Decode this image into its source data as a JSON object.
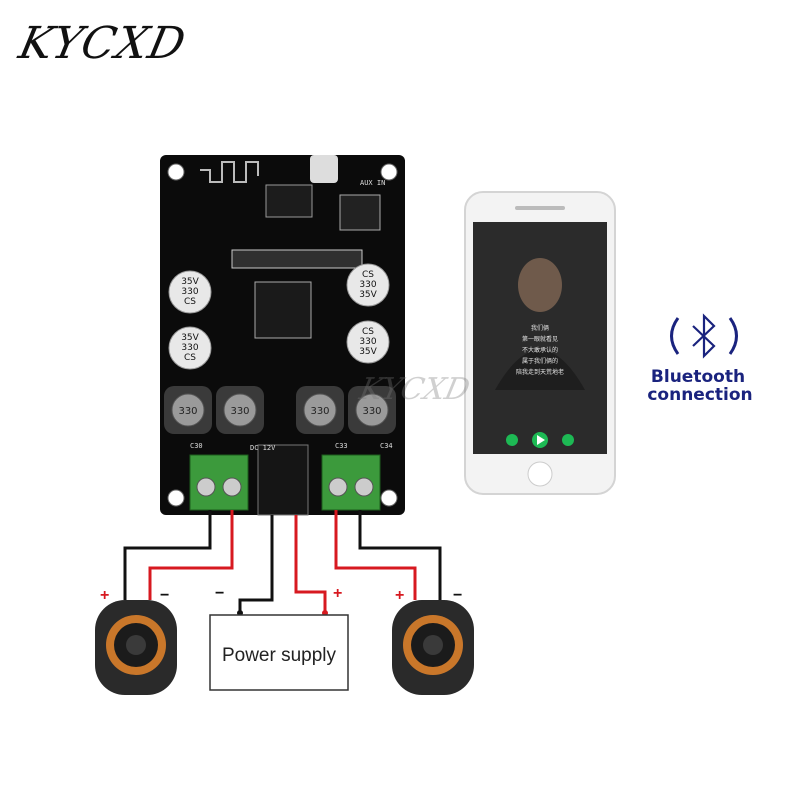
{
  "logo_text": "KYCXD",
  "watermark_text": "KYCXD",
  "board": {
    "capacitors": [
      {
        "lines": [
          "35V",
          "330",
          "CS"
        ]
      },
      {
        "lines": [
          "CS",
          "330",
          "35V"
        ]
      },
      {
        "lines": [
          "35V",
          "330",
          "CS"
        ]
      },
      {
        "lines": [
          "CS",
          "330",
          "35V"
        ]
      }
    ],
    "inductors": [
      "330",
      "330",
      "330",
      "330"
    ],
    "silk_labels": {
      "dc": "DC 12V",
      "audio": "AUX IN",
      "c30": "C30",
      "c33": "C33",
      "c34": "C34"
    }
  },
  "phone": {
    "lyrics": [
      "我们俩",
      "第一眼就看见",
      "不大敢承认的",
      "属于我们俩的",
      "陪我走到天荒地老"
    ],
    "play_icon": "play-icon"
  },
  "bluetooth": {
    "icon": "bluetooth-icon",
    "line1": "Bluetooth",
    "line2": "connection",
    "color": "#1a237e"
  },
  "power_supply_label": "Power supply",
  "polarity": {
    "left_plus": "+",
    "left_minus": "−",
    "ps_minus": "−",
    "ps_plus": "+",
    "right_plus": "+",
    "right_minus": "−"
  },
  "wire_colors": {
    "black": "#111111",
    "red": "#d71920"
  }
}
